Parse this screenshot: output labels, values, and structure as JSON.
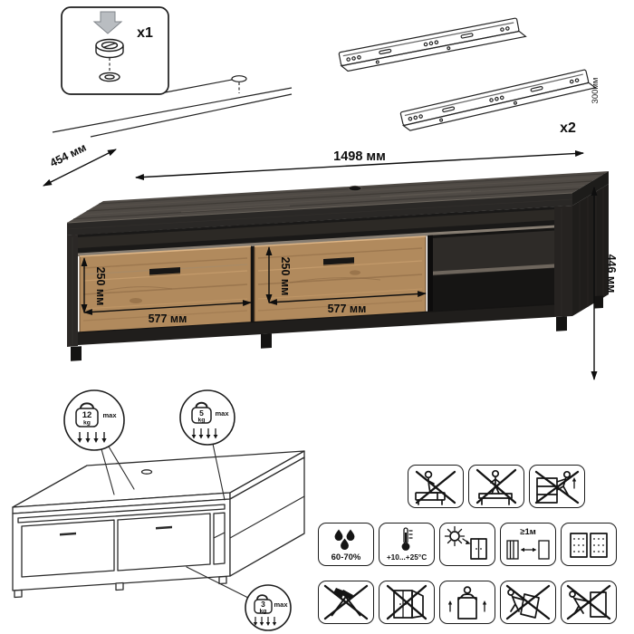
{
  "hardware": {
    "cam_fastener_count": "x1",
    "slide_count": "x2",
    "slide_length": "300мм"
  },
  "dimensions": {
    "width": "1498 мм",
    "depth": "454 мм",
    "height": "446 мм",
    "drawer_left_height": "250 мм",
    "drawer_left_width": "577 мм",
    "drawer_right_height": "250 мм",
    "drawer_right_width": "577 мм"
  },
  "load_limits": {
    "top": {
      "value": "12",
      "unit": "kg",
      "qualifier": "max"
    },
    "shelf": {
      "value": "5",
      "unit": "kg",
      "qualifier": "max"
    },
    "drawer": {
      "value": "3",
      "unit": "kg",
      "qualifier": "max"
    }
  },
  "care": {
    "humidity_range": "60-70%",
    "temperature_range": "+10...+25°C",
    "heater_distance": "≥1м"
  },
  "colors": {
    "frame_wood": "#2b2826",
    "top_wood": "#4f4a45",
    "drawer_wood": "#b18a5d",
    "line": "#141414"
  },
  "icons": {
    "callout": [
      "down-arrow-icon",
      "cam-lock-icon"
    ],
    "hardware": [
      "drawer-slide-icon"
    ],
    "prohibition_row": [
      "no-sitting-icon",
      "no-standing-icon",
      "no-climbing-icon"
    ],
    "care_row": [
      "humidity-icon",
      "thermometer-icon",
      "sunlight-icon",
      "heater-distance-icon",
      "particle-board-cabinets-icon"
    ],
    "handling_row": [
      "no-impact-tools-icon",
      "no-moving-open-icon",
      "lift-to-move-icon",
      "no-tilting-icon",
      "no-dragging-icon"
    ],
    "load": [
      "weight-12kg-icon",
      "weight-5kg-icon",
      "weight-3kg-icon"
    ]
  }
}
